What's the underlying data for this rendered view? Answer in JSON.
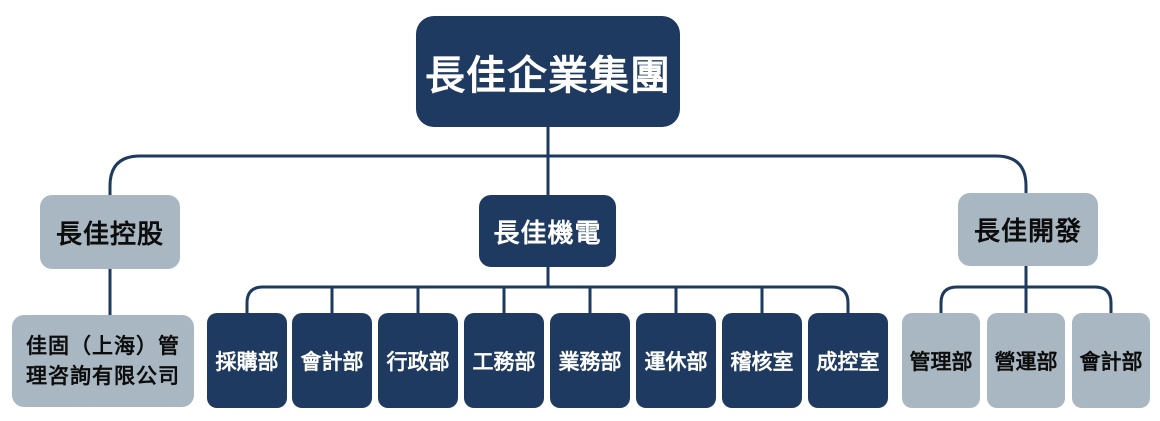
{
  "root": {
    "label": "長佳企業集團"
  },
  "branches": {
    "left": {
      "label": "長佳控股"
    },
    "middle": {
      "label": "長佳機電"
    },
    "right": {
      "label": "長佳開發"
    }
  },
  "left_children": [
    {
      "label": "佳固（上海）管理咨詢有限公司"
    }
  ],
  "middle_children": [
    {
      "label": "採購部"
    },
    {
      "label": "會計部"
    },
    {
      "label": "行政部"
    },
    {
      "label": "工務部"
    },
    {
      "label": "業務部"
    },
    {
      "label": "運休部"
    },
    {
      "label": "稽核室"
    },
    {
      "label": "成控室"
    }
  ],
  "right_children": [
    {
      "label": "管理部"
    },
    {
      "label": "營運部"
    },
    {
      "label": "會計部"
    }
  ],
  "colors": {
    "dark_node": "#1f3a60",
    "light_node": "#a8b7c2",
    "connector": "#1e3a5f"
  }
}
